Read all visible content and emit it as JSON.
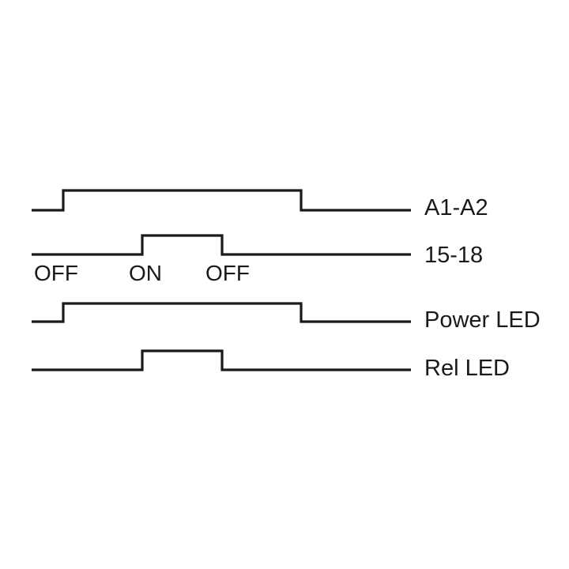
{
  "signals": [
    {
      "label": "A1-A2",
      "levels": [
        "low",
        "high",
        "high",
        "low"
      ]
    },
    {
      "label": "15-18",
      "levels": [
        "low",
        "high",
        "low",
        "low"
      ]
    },
    {
      "label": "Power LED",
      "levels": [
        "low",
        "high",
        "high",
        "low"
      ]
    },
    {
      "label": "Rel LED",
      "levels": [
        "low",
        "high",
        "low",
        "low"
      ]
    }
  ],
  "state_labels": [
    "OFF",
    "ON",
    "OFF"
  ]
}
